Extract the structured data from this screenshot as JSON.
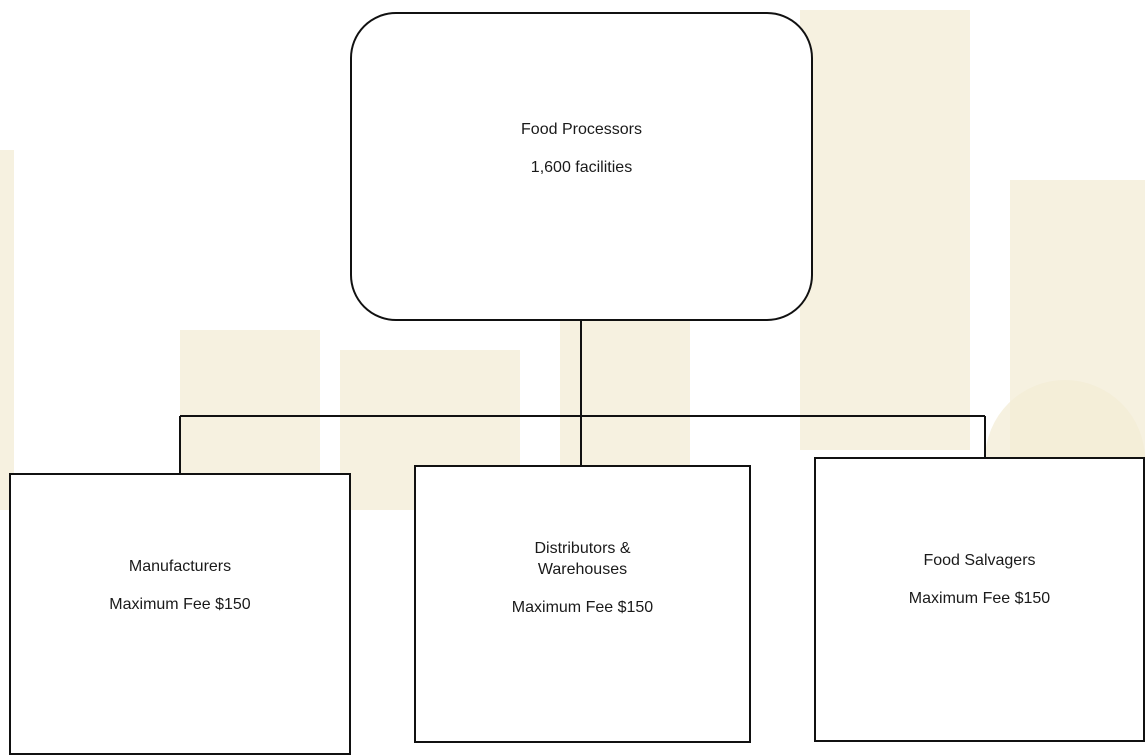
{
  "diagram": {
    "root": {
      "title": "Food Processors",
      "detail": "1,600 facilities"
    },
    "children": [
      {
        "title": "Manufacturers",
        "detail": "Maximum Fee $150"
      },
      {
        "title_line1": "Distributors &",
        "title_line2": "Warehouses",
        "detail": "Maximum Fee $150"
      },
      {
        "title": "Food Salvagers",
        "detail": "Maximum Fee $150"
      }
    ]
  }
}
